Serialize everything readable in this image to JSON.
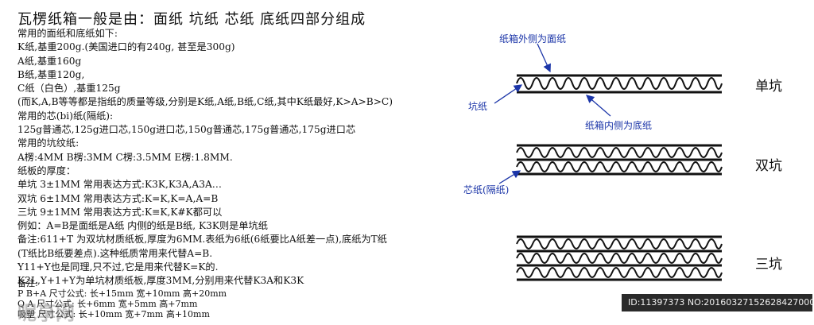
{
  "title": "瓦楞纸箱一般是由：面纸 坑纸 芯纸 底纸四部分组成",
  "body_lines": [
    "常用的面纸和底纸如下:",
    "K纸,基重200g.(美国进口的有240g, 甚至是300g)",
    "A纸,基重160g",
    "B纸,基重120g,",
    "C纸（白色）,基重125g",
    "(而K,A,B等等都是指纸的质量等级,分别是K纸,A纸,B纸,C纸,其中K纸最好,K>A>B>C)",
    "常用的芯(bi)纸(隔纸):",
    "125g普通芯,125g进口芯,150g进口芯,150g普通芯,175g普通芯,175g进口芯",
    "常用的坑纹纸:",
    "A楞:4MM  B楞:3MM   C楞:3.5MM   E楞:1.8MM.",
    "纸板的厚度：",
    "单坑 3±1MM 常用表达方式:K3K,K3A,A3A…",
    "双坑 6±1MM 常用表达方式:K=K,K=A,A=B",
    "三坑 9±1MM 常用表达方式:K≡K,K#K都可以",
    "例如：A=B是面纸是A纸 内侧的纸是B纸, K3K则是单坑纸",
    "备注:611+T 为双坑材质纸板,厚度为6MM.表纸为6纸(6纸要比A纸差一点),底纸为T纸",
    "(T纸比B纸要差点).这种纸质常用来代替A=B.",
    "Y11+Y也是同理,只不过,它是用来代替K=K的.",
    "K2L,Y+1+Y为单坑材质纸板,厚度3MM,分别用来代替K3A和K3K"
  ],
  "notes": [
    "备注:",
    "P B+A  尺寸公式: 长+15mm 宽+10mm 高+20mm",
    "Q A    尺寸公式: 长+6mm 宽+5mm 高+7mm",
    "吸塑  尺寸公式: 长+10mm 宽+7mm 高+10mm"
  ],
  "diagram": {
    "labels": {
      "outer_face": "纸箱外侧为面纸",
      "flute": "坑纸",
      "inner_face": "纸箱内侧为底纸",
      "liner": "芯纸(隔纸)"
    },
    "kinds": {
      "single": "单坑",
      "double": "双坑",
      "triple": "三坑"
    },
    "line_color": "#111111",
    "arrow_color": "#1b35a8"
  },
  "watermark": "昵享网",
  "stamp": "ID:11397373 NO:20160327152628427000"
}
